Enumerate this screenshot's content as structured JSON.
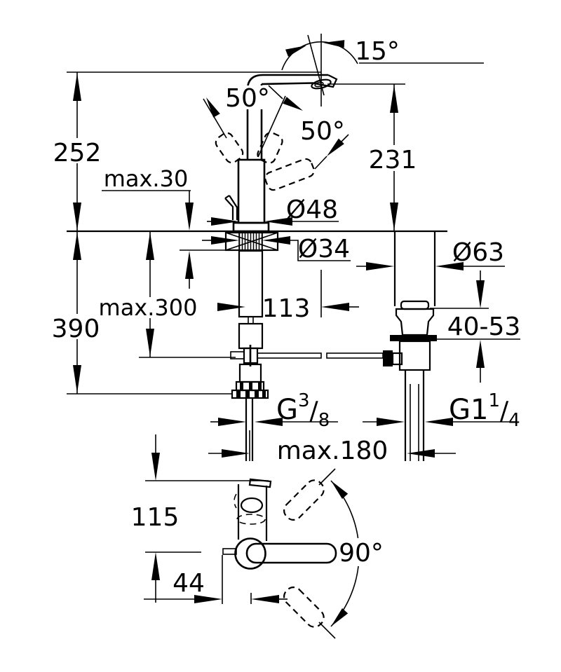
{
  "drawing": {
    "type": "technical-dimension-diagram",
    "subject": "single-lever basin mixer faucet with pop-up waste, front view and top view",
    "colors": {
      "background": "#ffffff",
      "line": "#000000"
    },
    "front_view": {
      "height_above_deck": "252",
      "deck_thickness_max": "max.30",
      "spout_outlet_height": "231",
      "spout_tilt_angle": "15°",
      "lever_angle_left": "50°",
      "lever_angle_right": "50°",
      "body_diameter": "Ø48",
      "shank_diameter": "Ø34",
      "hose_length_max": "max.300",
      "depth_below_deck": "390",
      "spout_reach": "113",
      "waste_flange_diameter": "Ø63",
      "waste_clamp_range": "40-53",
      "supply_thread": {
        "main": "G",
        "sup": "3",
        "slash": "/",
        "sub": "8"
      },
      "waste_thread": {
        "main": "G1",
        "sup": "1",
        "slash": "/",
        "sub": "4"
      },
      "waste_distance_max": "max.180"
    },
    "top_view": {
      "spout_projection": "115",
      "rod_offset": "44",
      "handle_swivel_angle": "90°"
    }
  }
}
